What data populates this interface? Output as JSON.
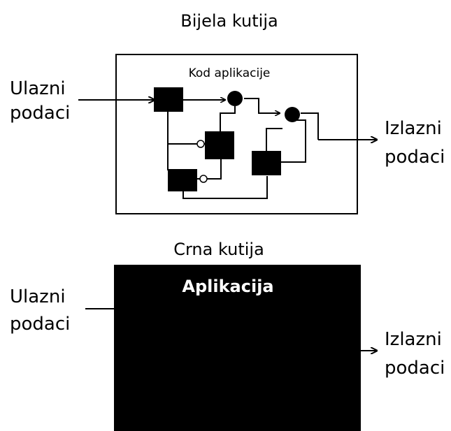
{
  "white_box": {
    "title": "Bijela kutija",
    "inner_label": "Kod aplikacije",
    "input_label_line1": "Ulazni",
    "input_label_line2": "podaci",
    "output_label_line1": "Izlazni",
    "output_label_line2": "podaci"
  },
  "black_box": {
    "title": "Crna kutija",
    "inner_label": "Aplikacija",
    "input_label_line1": "Ulazni",
    "input_label_line2": "podaci",
    "output_label_line1": "Izlazni",
    "output_label_line2": "podaci"
  },
  "colors": {
    "ink": "#000000",
    "paper": "#ffffff",
    "box_fill": "#000000",
    "box_label": "#ffffff"
  }
}
